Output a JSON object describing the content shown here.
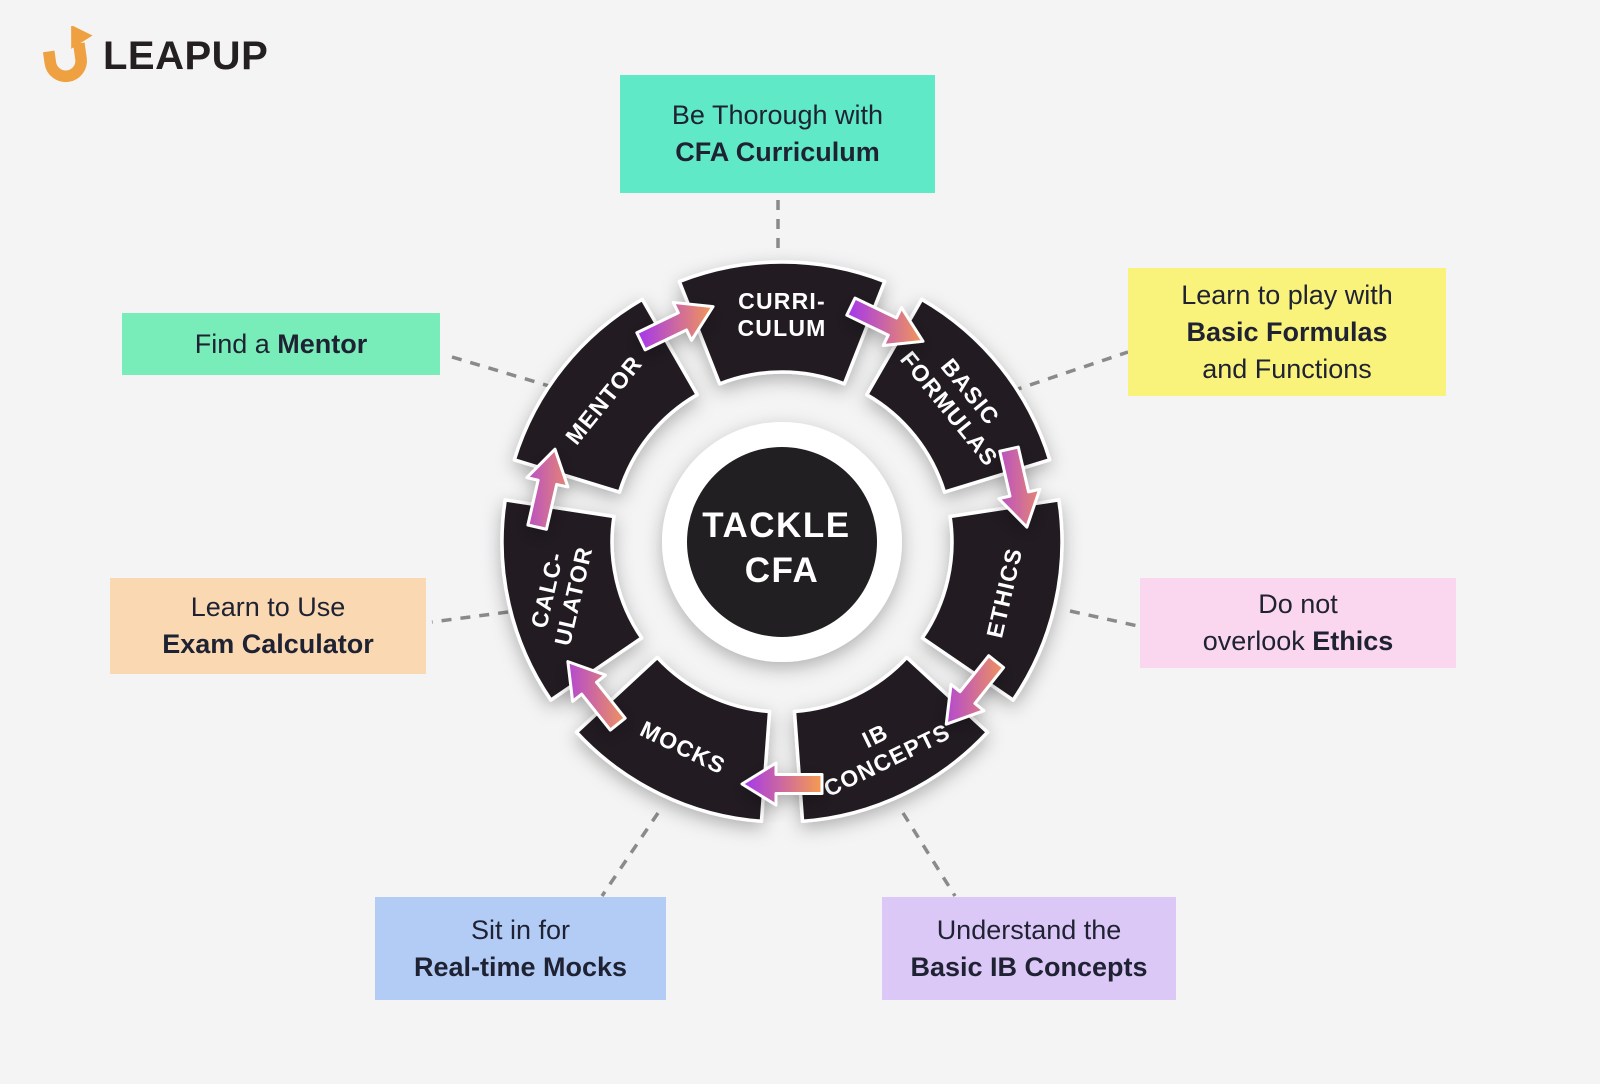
{
  "logo": {
    "text": "LEAPUP"
  },
  "center": {
    "line1": "TACKLE",
    "line2": "CFA"
  },
  "wheel": {
    "segments": [
      {
        "id": "curriculum",
        "label_lines": [
          "CURRI-",
          "CULUM"
        ]
      },
      {
        "id": "basic-formulas",
        "label_lines": [
          "BASIC",
          "FORMULAS"
        ]
      },
      {
        "id": "ethics",
        "label_lines": [
          "ETHICS"
        ]
      },
      {
        "id": "ib-concepts",
        "label_lines": [
          "IB",
          "CONCEPTS"
        ]
      },
      {
        "id": "mocks",
        "label_lines": [
          "MOCKS"
        ]
      },
      {
        "id": "calculator",
        "label_lines": [
          "CALC-",
          "ULATOR"
        ]
      },
      {
        "id": "mentor",
        "label_lines": [
          "MENTOR"
        ]
      }
    ]
  },
  "boxes": {
    "curriculum": {
      "l1": "Be Thorough with",
      "l2": "CFA Curriculum"
    },
    "formulas": {
      "l1": "Learn to play with",
      "l2": "Basic Formulas",
      "l3": "and Functions"
    },
    "ethics": {
      "l1": "Do not",
      "l2a": "overlook ",
      "l2b": "Ethics"
    },
    "ib": {
      "l1": "Understand the",
      "l2": "Basic IB Concepts"
    },
    "mocks": {
      "l1": "Sit in for",
      "l2": "Real-time Mocks"
    },
    "calculator": {
      "l1": "Learn to Use",
      "l2": "Exam Calculator"
    },
    "mentor": {
      "l1a": "Find a ",
      "l1b": "Mentor"
    }
  },
  "colors": {
    "background": "#f4f4f5",
    "segment": "#221f22",
    "segment_text": "#ffffff",
    "arrow_from": "#a233f2",
    "arrow_to": "#f89f4b",
    "connector": "#8a8a8a",
    "text": "#1f2233",
    "logo_orange": "#efa041",
    "logo_text": "#241f20",
    "boxes": {
      "curriculum": "#5fe9c6",
      "formulas": "#faf37b",
      "ethics": "#fbd7ef",
      "ib": "#dcc8f6",
      "mocks": "#b3ccf6",
      "calculator": "#fad8b1",
      "mentor": "#79edb9"
    }
  }
}
